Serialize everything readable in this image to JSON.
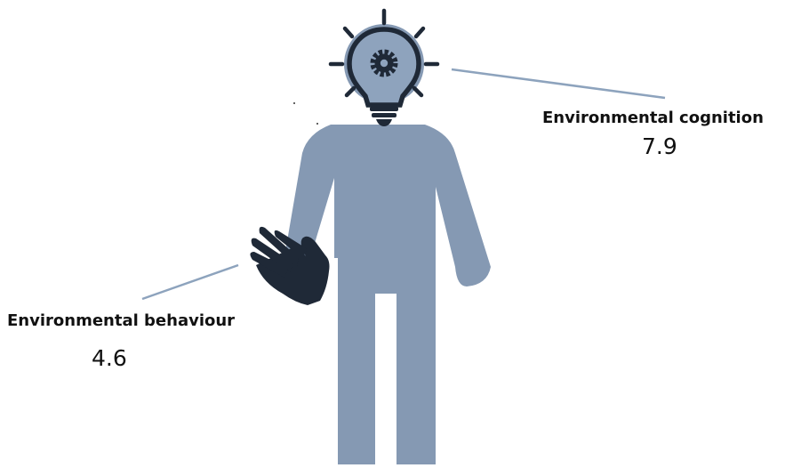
{
  "diagram": {
    "figure_color": "#8599b3",
    "icon_color": "#1f2937",
    "connector_color": "#8da3bd",
    "cognition": {
      "title": "Environmental cognition",
      "value": "7.9"
    },
    "behaviour": {
      "title": "Environmental behaviour",
      "value": "4.6"
    }
  }
}
